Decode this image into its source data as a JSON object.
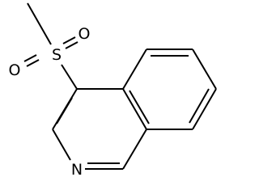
{
  "molecule": {
    "atoms": {
      "sulfur": "S",
      "oxygen_upper": "O",
      "oxygen_lower": "O",
      "nitrogen": "N"
    },
    "colors": {
      "bond": "#000000",
      "label": "#000000",
      "background": "#ffffff"
    }
  }
}
